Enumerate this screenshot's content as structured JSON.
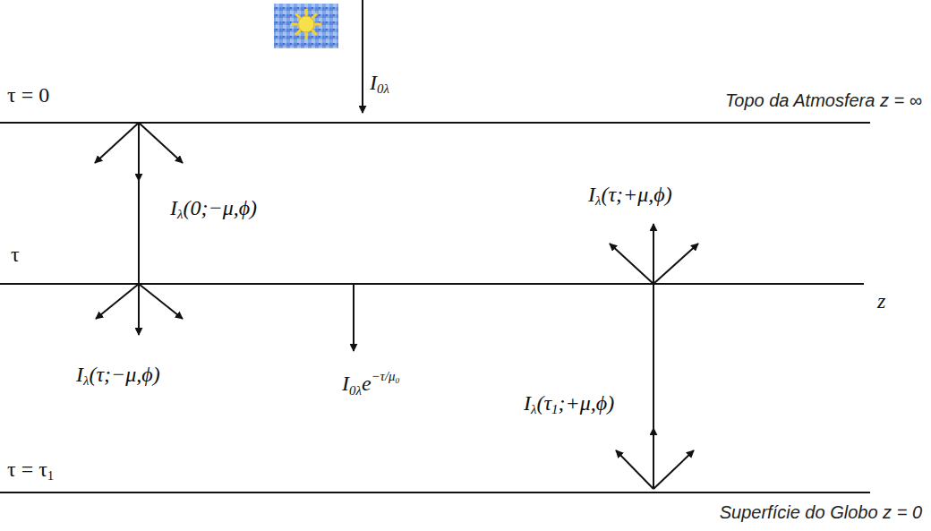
{
  "diagram": {
    "labels": [
      "τ = 0",
      "Topo da Atmosfera z = ∞",
      "I0λ",
      "Iλ(0;−μ,ϕ)",
      "Iλ(τ;+μ,ϕ)",
      "τ",
      "z",
      "Iλ(τ;−μ,ϕ)",
      "I0λe−τ/μ0",
      "Iλ(τ1;+μ,ϕ)",
      "τ = τ1",
      "Superfície do Globo z = 0"
    ]
  }
}
